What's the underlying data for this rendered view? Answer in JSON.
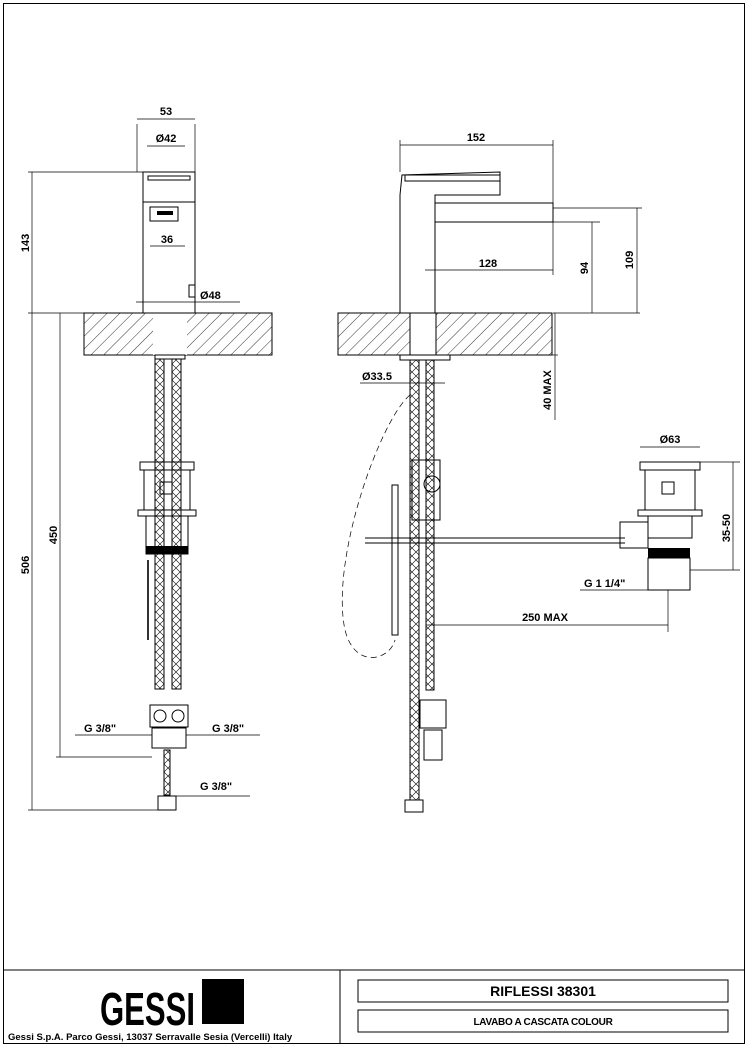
{
  "drawing": {
    "front_view": {
      "dims": {
        "width_top": "53",
        "dia_top": "Ø42",
        "lever_width": "36",
        "height": "143",
        "base_dia": "Ø48",
        "total_height": "506",
        "below_counter": "450"
      },
      "connections": [
        "G  3/8\"",
        "G  3/8\"",
        "G  3/8\""
      ]
    },
    "side_view": {
      "dims": {
        "total_depth": "152",
        "spout_reach": "128",
        "spout_height": "94",
        "top_height": "109",
        "hole_dia": "Ø33.5",
        "max_thickness": "40  MAX",
        "drain_length": "250  MAX"
      }
    },
    "drain_view": {
      "dims": {
        "dia": "Ø63",
        "range": "35-50",
        "thread": "G  1  1/4\""
      }
    }
  },
  "title_block": {
    "logo_text": "GESSI",
    "company_address": "Gessi  S.p.A.  Parco  Gessi,  13037  Serravalle  Sesia  (Vercelli)  Italy",
    "product_name": "RIFLESSI  38301",
    "product_description": "LAVABO A CASCATA COLOUR"
  }
}
